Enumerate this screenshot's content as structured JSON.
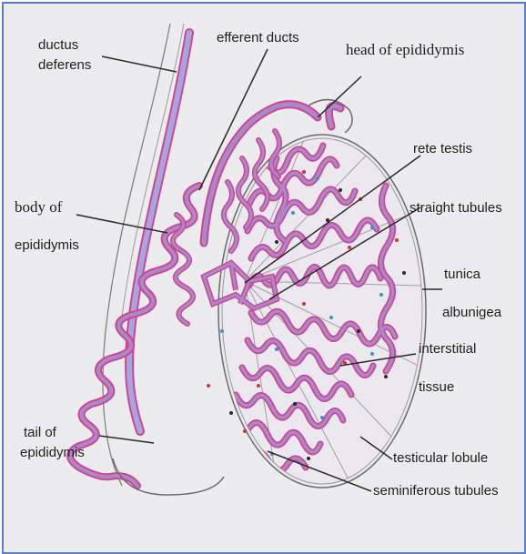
{
  "labels": {
    "ductus_1": "ductus",
    "ductus_2": "deferens",
    "efferent_ducts": "efferent ducts",
    "head_of_epididymis": "head of  epididymis",
    "rete_testis": "rete testis",
    "body_of": "body of",
    "epididymis_body": "epididymis",
    "straight_tubules": "straight tubules",
    "tunica": "tunica",
    "albunigea": "albunigea",
    "interstitial": "interstitial",
    "tissue": "tissue",
    "tail_of": "tail of",
    "epididymis_tail": "epididymis",
    "testicular_lobule": "testicular lobule",
    "seminiferous_tubules": "seminiferous tubules"
  },
  "colors": {
    "tubule_fill": "#a989c9",
    "tubule_edge": "#d0458f",
    "duct_fill": "#a8a4df",
    "outline": "#6b6b6b",
    "frame_border": "#5b7fc6",
    "background": "#ececef"
  }
}
